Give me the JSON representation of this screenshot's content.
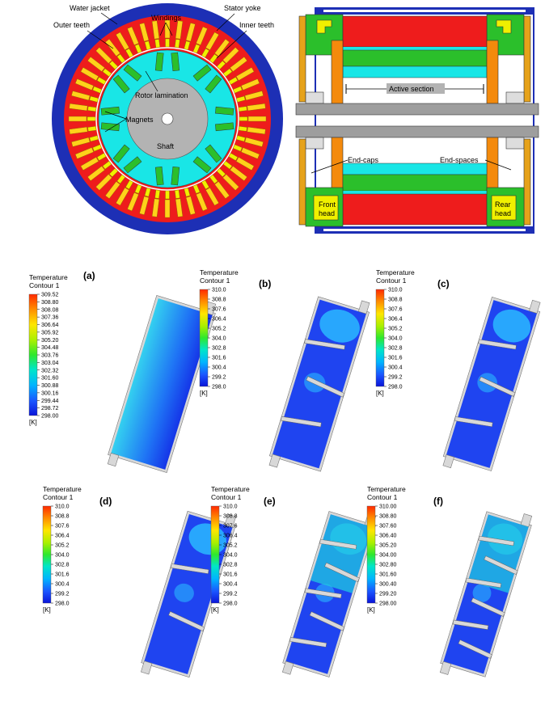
{
  "motor_section": {
    "labels": {
      "water_jacket": "Water jacket",
      "outer_teeth": "Outer teeth",
      "windings": "Windings",
      "stator_yoke": "Stator yoke",
      "inner_teeth": "Inner teeth",
      "rotor_lamination": "Rotor lamination",
      "magnets": "Magnets",
      "shaft": "Shaft"
    }
  },
  "axial_section": {
    "labels": {
      "active_section": "Active section",
      "end_caps": "End-caps",
      "end_spaces": "End-spaces",
      "front_head_1": "Front",
      "front_head_2": "head",
      "rear_head_1": "Rear",
      "rear_head_2": "head"
    }
  },
  "contours": [
    {
      "panel": "(a)",
      "title1": "Temperature",
      "title2": "Contour 1",
      "unit": "[K]",
      "ticks": [
        "309.52",
        "308.80",
        "308.08",
        "307.36",
        "306.64",
        "305.92",
        "305.20",
        "304.48",
        "303.76",
        "303.04",
        "302.32",
        "301.60",
        "300.88",
        "300.16",
        "299.44",
        "298.72",
        "298.00"
      ]
    },
    {
      "panel": "(b)",
      "title1": "Temperature",
      "title2": "Contour 1",
      "unit": "[K]",
      "ticks": [
        "310.0",
        "308.8",
        "307.6",
        "306.4",
        "305.2",
        "304.0",
        "302.8",
        "301.6",
        "300.4",
        "299.2",
        "298.0"
      ]
    },
    {
      "panel": "(c)",
      "title1": "Temperature",
      "title2": "Contour 1",
      "unit": "[K]",
      "ticks": [
        "310.0",
        "308.8",
        "307.6",
        "306.4",
        "305.2",
        "304.0",
        "302.8",
        "301.6",
        "300.4",
        "299.2",
        "298.0"
      ]
    },
    {
      "panel": "(d)",
      "title1": "Temperature",
      "title2": "Contour 1",
      "unit": "[K]",
      "ticks": [
        "310.0",
        "308.8",
        "307.6",
        "306.4",
        "305.2",
        "304.0",
        "302.8",
        "301.6",
        "300.4",
        "299.2",
        "298.0"
      ]
    },
    {
      "panel": "(e)",
      "title1": "Temperature",
      "title2": "Contour 1",
      "unit": "[K]",
      "ticks": [
        "310.0",
        "308.8",
        "307.6",
        "306.4",
        "305.2",
        "304.0",
        "302.8",
        "301.6",
        "300.4",
        "299.2",
        "298.0"
      ]
    },
    {
      "panel": "(f)",
      "title1": "Temperature",
      "title2": "Contour 1",
      "unit": "[K]",
      "ticks": [
        "310.00",
        "308.80",
        "307.60",
        "306.40",
        "305.20",
        "304.00",
        "302.80",
        "301.60",
        "300.40",
        "299.20",
        "298.00"
      ]
    }
  ],
  "colors": {
    "water_jacket": "#1d2fb5",
    "stator_yoke": "#ee1c1c",
    "teeth": "#ffd21a",
    "winding": "#f0f000",
    "rotor": "#19e6e6",
    "magnet": "#2bbf2b",
    "shaft": "#b3b3b3",
    "end_cap": "#f48a0c",
    "head": "#e6a21a",
    "cold": "#1c3cff",
    "mid": "#2ab8ff"
  }
}
